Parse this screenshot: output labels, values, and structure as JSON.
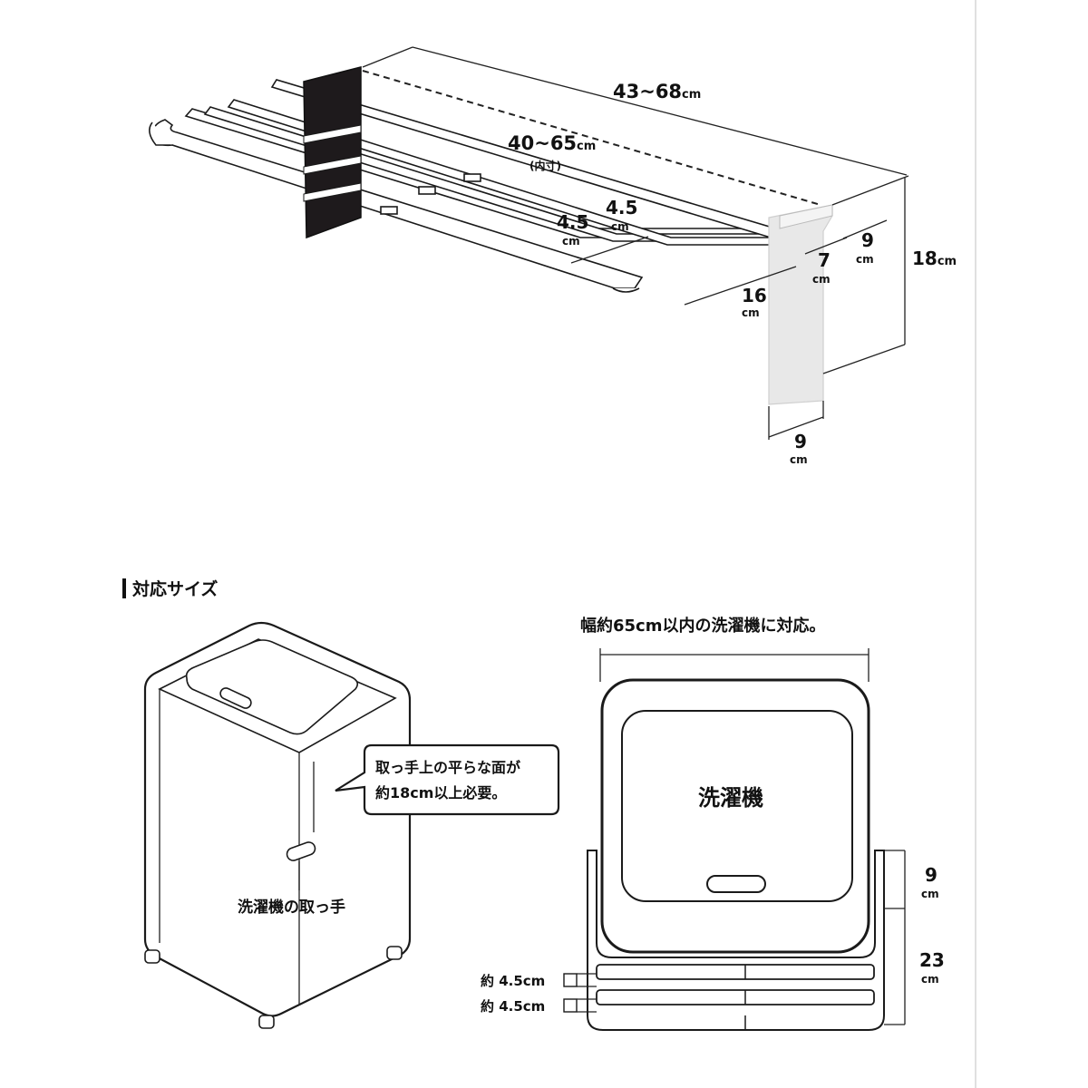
{
  "product_dimensions": {
    "overall_width": "43~68",
    "overall_width_unit": "cm",
    "inner_width": "40~65",
    "inner_width_unit": "cm",
    "inner_width_note": "(内寸)",
    "bar_gap_a": "4.5",
    "bar_gap_a_unit": "cm",
    "bar_gap_b": "4.5",
    "bar_gap_b_unit": "cm",
    "depth": "16",
    "depth_unit": "cm",
    "end_bracket_inner": "7",
    "end_bracket_inner_unit": "cm",
    "end_bracket_outer": "9",
    "end_bracket_outer_unit": "cm",
    "height": "18",
    "height_unit": "cm",
    "plate_width": "9",
    "plate_width_unit": "cm"
  },
  "compatibility": {
    "section_title": "対応サイズ",
    "machine_width_note": "幅約65cm以内の洗濯機に対応。",
    "callout_line1": "取っ手上の平らな面が",
    "callout_line2": "約18cm以上必要。",
    "handle_label": "洗濯機の取っ手",
    "machine_label": "洗濯機",
    "side_height": "9",
    "side_height_unit": "cm",
    "rack_depth": "23",
    "rack_depth_unit": "cm",
    "bar_spacing_1": "約 4.5cm",
    "bar_spacing_2": "約 4.5cm"
  }
}
